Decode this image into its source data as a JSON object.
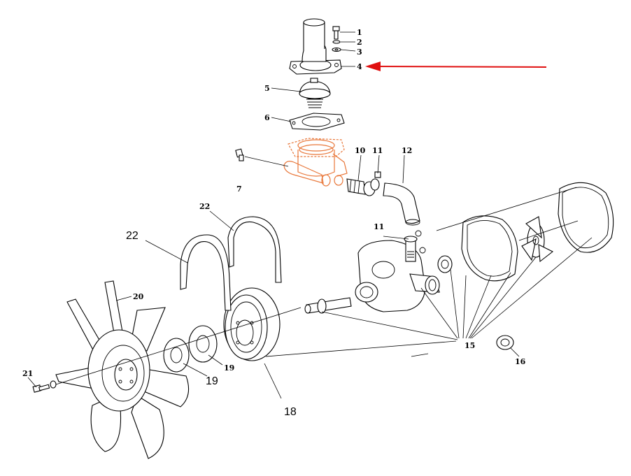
{
  "labels": {
    "l1": "1",
    "l2": "2",
    "l3": "3",
    "l4": "4",
    "l5": "5",
    "l6": "6",
    "l7": "7",
    "l10": "10",
    "l11a": "11",
    "l11b": "11",
    "l12": "12",
    "l15": "15",
    "l16": "16",
    "l18": "18",
    "l19a": "19",
    "l19b": "19",
    "l20": "20",
    "l21": "21",
    "l22a": "22",
    "l22b": "22"
  },
  "colors": {
    "highlight_arrow": "#e01010",
    "highlight_part": "#e8773a",
    "line": "#000000"
  }
}
